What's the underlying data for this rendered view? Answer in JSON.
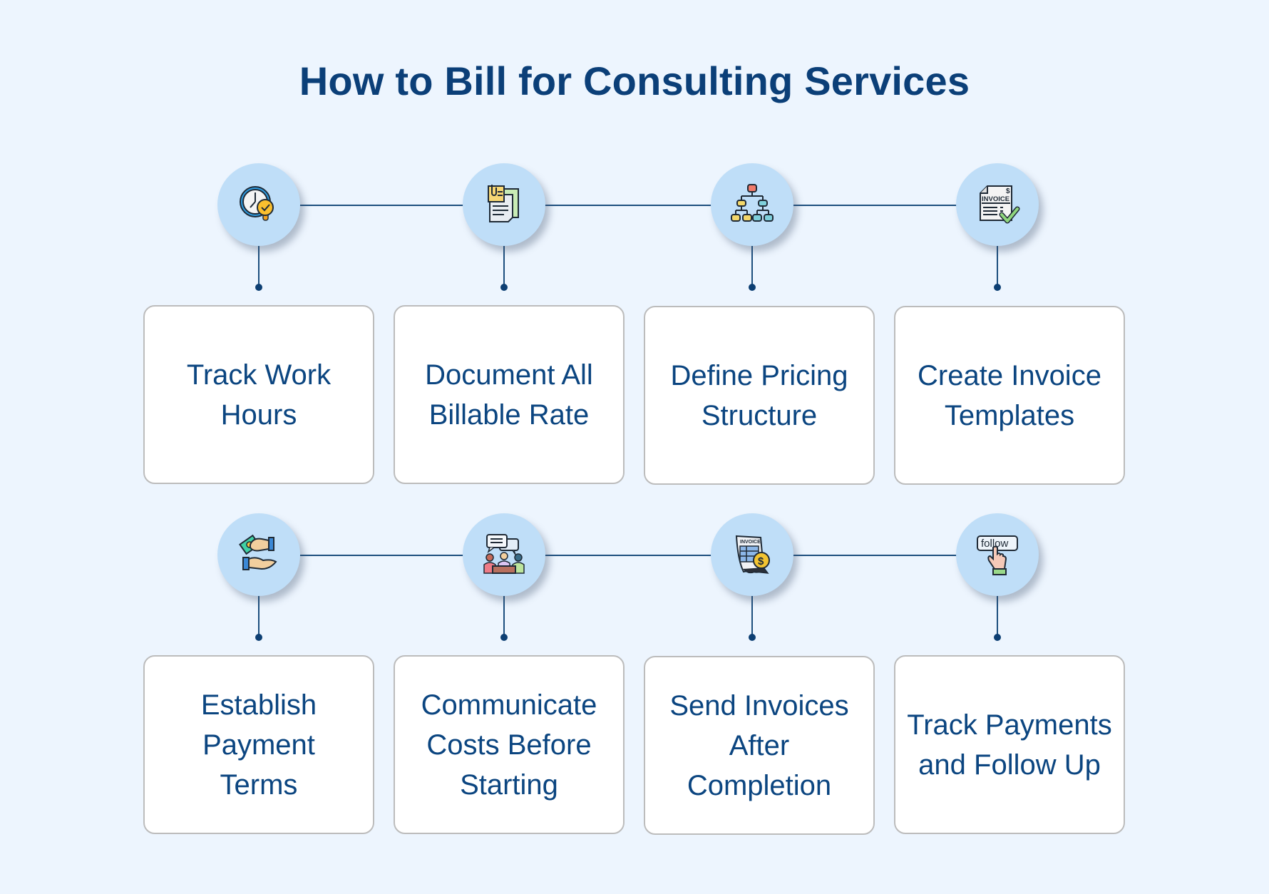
{
  "title": "How to Bill for Consulting Services",
  "colors": {
    "background": "#edf5fe",
    "title": "#0b3f78",
    "text": "#0b4580",
    "connector": "#1d4f7e",
    "circle": "#bfdef8",
    "card_border": "#bcbcbc"
  },
  "steps": [
    {
      "label": "Track Work Hours",
      "lines": [
        "Track Work",
        "Hours"
      ],
      "icon": "clock-check-icon"
    },
    {
      "label": "Document All Billable Rate",
      "lines": [
        "Document All",
        "Billable Rate"
      ],
      "icon": "documents-clip-icon"
    },
    {
      "label": "Define Pricing Structure",
      "lines": [
        "Define Pricing",
        "Structure"
      ],
      "icon": "hierarchy-icon"
    },
    {
      "label": "Create Invoice Templates",
      "lines": [
        "Create Invoice",
        "Templates"
      ],
      "icon": "invoice-check-icon"
    },
    {
      "label": "Establish Payment Terms",
      "lines": [
        "Establish",
        "Payment",
        "Terms"
      ],
      "icon": "hand-money-icon"
    },
    {
      "label": "Communicate Costs Before Starting",
      "lines": [
        "Communicate",
        "Costs Before",
        "Starting"
      ],
      "icon": "meeting-chat-icon"
    },
    {
      "label": "Send Invoices After Completion",
      "lines": [
        "Send Invoices",
        "After",
        "Completion"
      ],
      "icon": "invoice-coin-icon"
    },
    {
      "label": "Track Payments and Follow Up",
      "lines": [
        "Track",
        "Payments and",
        "Follow Up"
      ],
      "icon": "follow-click-icon"
    }
  ],
  "icon_text": {
    "invoice": "INVOICE",
    "dollar": "$",
    "follow": "follow"
  }
}
